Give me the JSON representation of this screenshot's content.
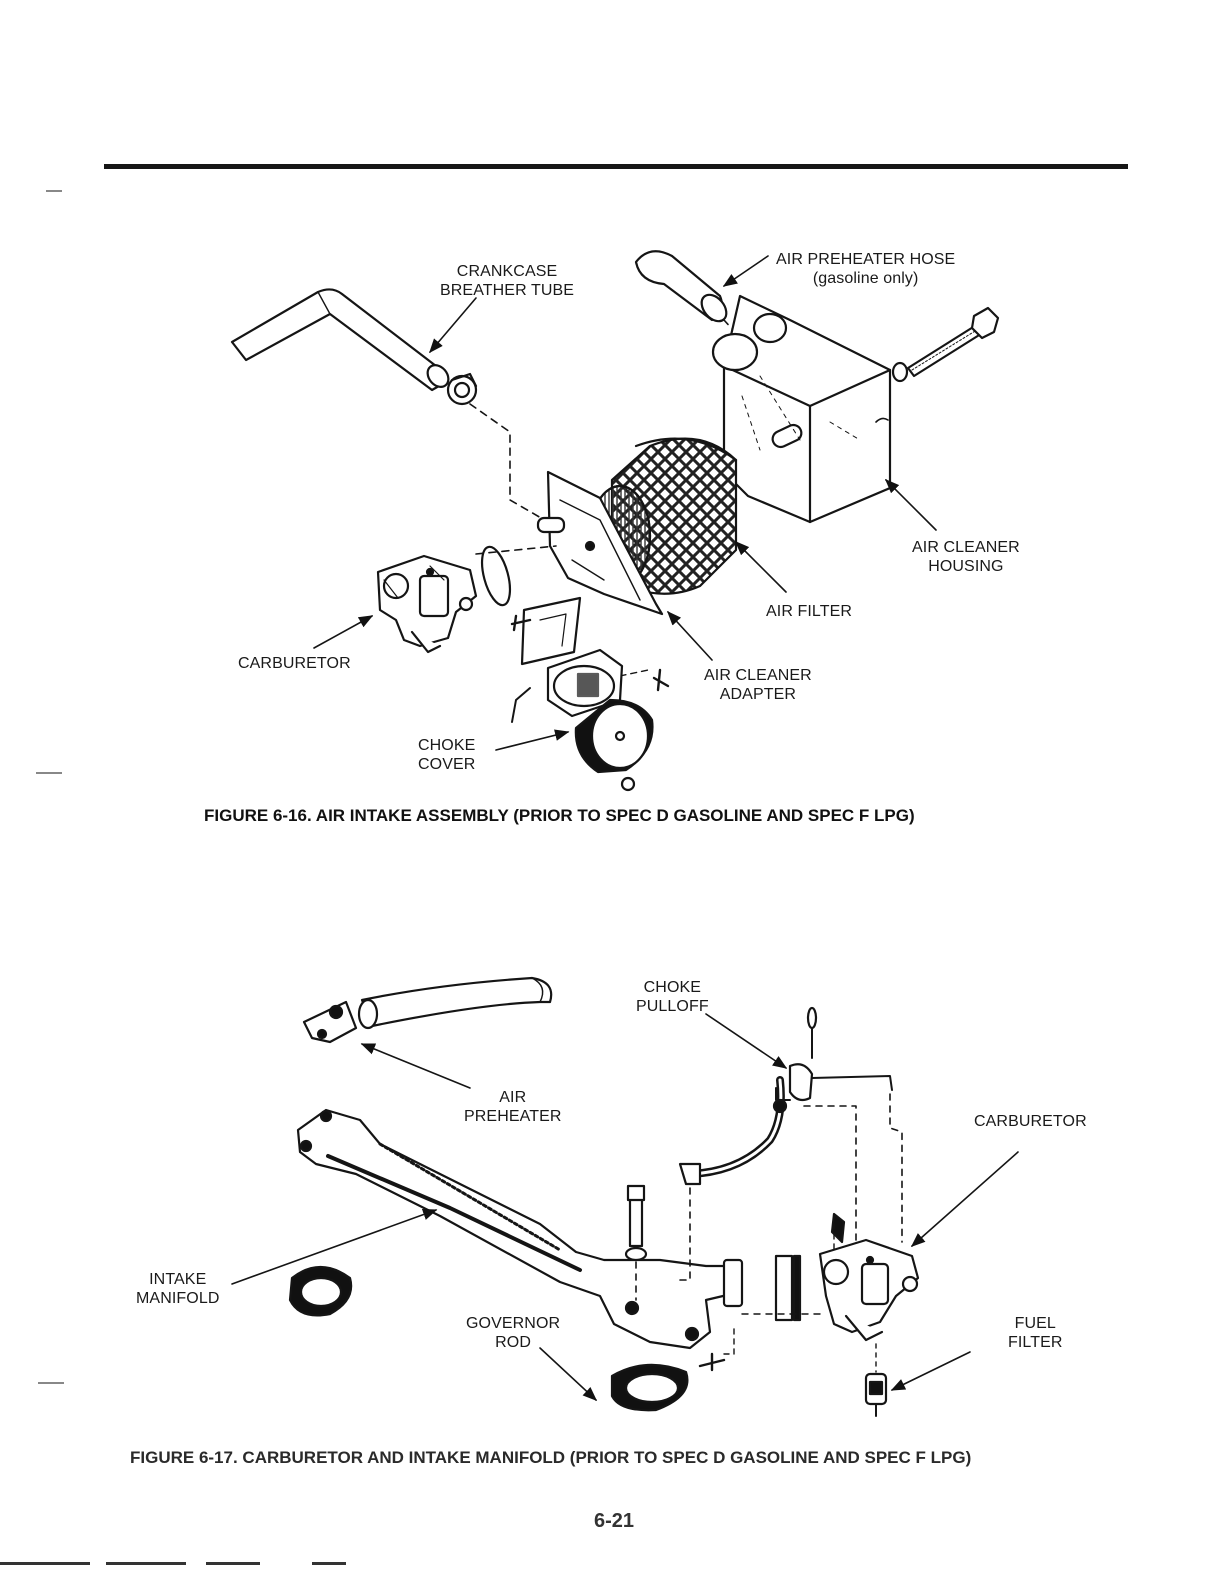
{
  "figure_16": {
    "caption": "FIGURE 6-16. AIR INTAKE ASSEMBLY (PRIOR TO SPEC D GASOLINE AND SPEC F LPG)",
    "labels": {
      "crankcase_breather_tube": [
        "CRANKCASE",
        "BREATHER TUBE"
      ],
      "air_preheater_hose": [
        "AIR PREHEATER HOSE",
        "(gasoline only)"
      ],
      "air_cleaner_housing": [
        "AIR CLEANER",
        "HOUSING"
      ],
      "air_filter": "AIR FILTER",
      "carburetor": "CARBURETOR",
      "air_cleaner_adapter": [
        "AIR CLEANER",
        "ADAPTER"
      ],
      "choke_cover": [
        "CHOKE",
        "COVER"
      ]
    }
  },
  "figure_17": {
    "caption": "FIGURE 6-17. CARBURETOR AND INTAKE MANIFOLD (PRIOR TO SPEC D GASOLINE AND SPEC F LPG)",
    "labels": {
      "choke_pulloff": [
        "CHOKE",
        "PULLOFF"
      ],
      "air_preheater": [
        "AIR",
        "PREHEATER"
      ],
      "carburetor": "CARBURETOR",
      "intake_manifold": [
        "INTAKE",
        "MANIFOLD"
      ],
      "governor_rod": [
        "GOVERNOR",
        "ROD"
      ],
      "fuel_filter": [
        "FUEL",
        "FILTER"
      ]
    }
  },
  "page_number": "6-21"
}
